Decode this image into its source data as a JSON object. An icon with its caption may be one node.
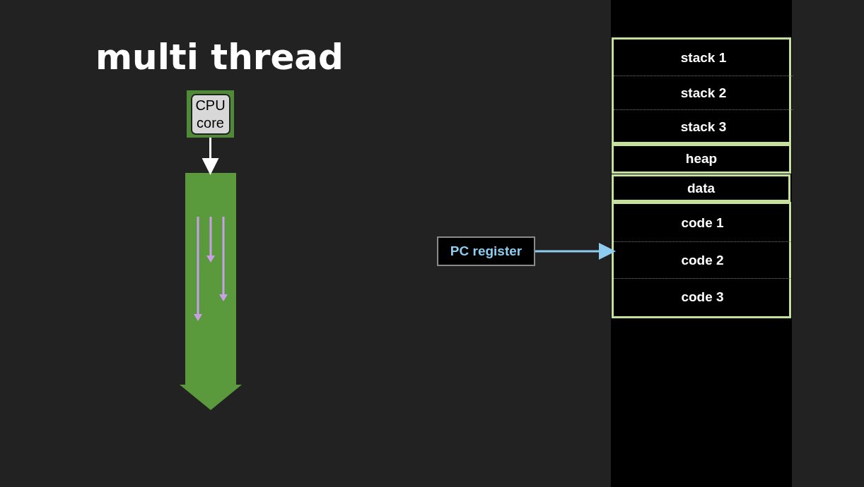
{
  "diagram": {
    "title": "multi thread",
    "nodes": [
      {
        "text": [
          "CPU core"
        ]
      },
      {
        "text": [],
        "shape": "arrow"
      },
      {
        "text": [
          "PC register"
        ]
      },
      {
        "text": [],
        "shape": "bar"
      },
      {
        "text": [],
        "shape": "box",
        "in": 3
      },
      {
        "text": [
          "stack 1"
        ],
        "in": 4
      },
      {
        "text": [
          "stack 2"
        ],
        "in": 4
      },
      {
        "text": [
          "stack 3"
        ],
        "in": 4
      },
      {
        "text": [
          "heap"
        ],
        "in": 3
      },
      {
        "text": [
          "data"
        ],
        "in": 3
      },
      {
        "text": [],
        "shape": "box",
        "in": 3
      },
      {
        "text": [
          "code 1"
        ],
        "in": 10
      },
      {
        "text": [
          "code 2"
        ],
        "in": 10
      },
      {
        "text": [
          "code 3"
        ],
        "in": 10
      }
    ],
    "edges": [
      {
        "from": 0,
        "to": 1,
        "arrow": "to",
        "color": "#ffffff"
      },
      {
        "from": 2,
        "to": 12,
        "arrow": "to",
        "color": "#8ecdf0"
      }
    ]
  }
}
